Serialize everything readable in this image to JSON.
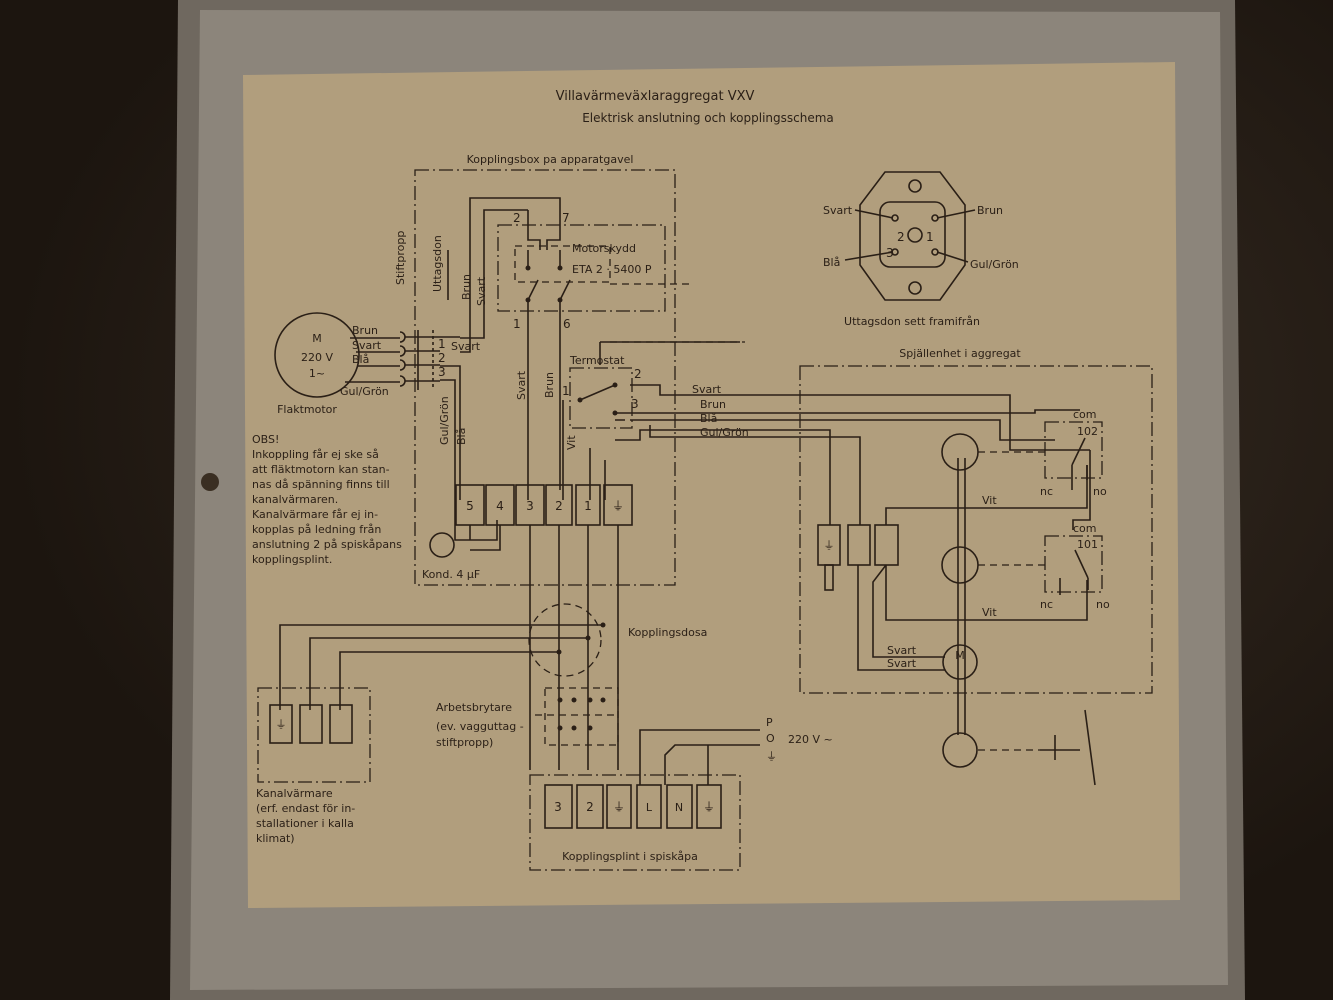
{
  "title": "Villavärmeväxlaraggregat VXV",
  "subtitle": "Elektrisk anslutning och kopplingsschema",
  "kopplingsbox": {
    "label": "Kopplingsbox pa apparatgavel",
    "motorskydd": "Motorskydd",
    "eta": "ETA 2 · 5400 P",
    "pins": [
      "2",
      "7",
      "1",
      "6"
    ],
    "stiftpropp": "Stiftpropp",
    "uttagsdon": "Uttagsdon",
    "wire_brun": "Brun",
    "wire_svart": "Svart",
    "plug_pins": [
      "1",
      "2",
      "3"
    ],
    "plug_svart": "Svart",
    "left_gulgron": "Gul/Grön",
    "left_bla": "Blå",
    "v_svart": "Svart",
    "v_brun": "Brun",
    "v_vit": "Vit",
    "terminals": [
      "5",
      "4",
      "3",
      "2",
      "1",
      "⏚"
    ],
    "kond": "Kond. 4 µF"
  },
  "termostat": {
    "label": "Termostat",
    "pins": [
      "1",
      "2",
      "3"
    ],
    "wires": [
      "Svart",
      "Brun",
      "Blå",
      "Gul/Grön"
    ]
  },
  "motor": {
    "m": "M",
    "voltage": "220 V",
    "phase": "1~",
    "label": "Flaktmotor",
    "wires": [
      "Brun",
      "Svart",
      "Blå",
      "Gul/Grön"
    ]
  },
  "obs": [
    "OBS!",
    "Inkoppling får ej ske så",
    "att fläktmotorn kan stan-",
    "nas då spänning finns till",
    "kanalvärmaren.",
    "Kanalvärmare får ej in-",
    "kopplas på ledning från",
    "anslutning 2 på spiskåpans",
    "kopplingsplint."
  ],
  "kopplingsdosa": "Kopplingsdosa",
  "kanalvarmare": {
    "terminal": "⏚",
    "lines": [
      "Kanalvärmare",
      "(erf. endast för in-",
      "stallationer i kalla",
      "klimat)"
    ]
  },
  "arbetsbrytare": [
    "Arbetsbrytare",
    "(ev. vagguttag -",
    "stiftpropp)"
  ],
  "supply": {
    "p": "P",
    "o": "O",
    "earth": "⏚",
    "voltage": "220 V ~"
  },
  "kopplingsplint": {
    "terminals": [
      "3",
      "2",
      "⏚",
      "L",
      "N",
      "⏚"
    ],
    "label": "Kopplingsplint i spiskåpa"
  },
  "uttagsdon_front": {
    "svart": "Svart",
    "brun": "Brun",
    "bla": "Blå",
    "gulgron": "Gul/Grön",
    "pins": [
      "2",
      "1",
      "3"
    ],
    "caption": "Uttagsdon sett framifrån"
  },
  "spjallenhet": {
    "label": "Spjällenhet i aggregat",
    "earth": "⏚",
    "sw102": {
      "com": "com",
      "num": "102",
      "nc": "nc",
      "no": "no"
    },
    "sw101": {
      "com": "com",
      "num": "101",
      "nc": "nc",
      "no": "no"
    },
    "vit1": "Vit",
    "vit2": "Vit",
    "svart1": "Svart",
    "svart2": "Svart",
    "motor": "M"
  }
}
